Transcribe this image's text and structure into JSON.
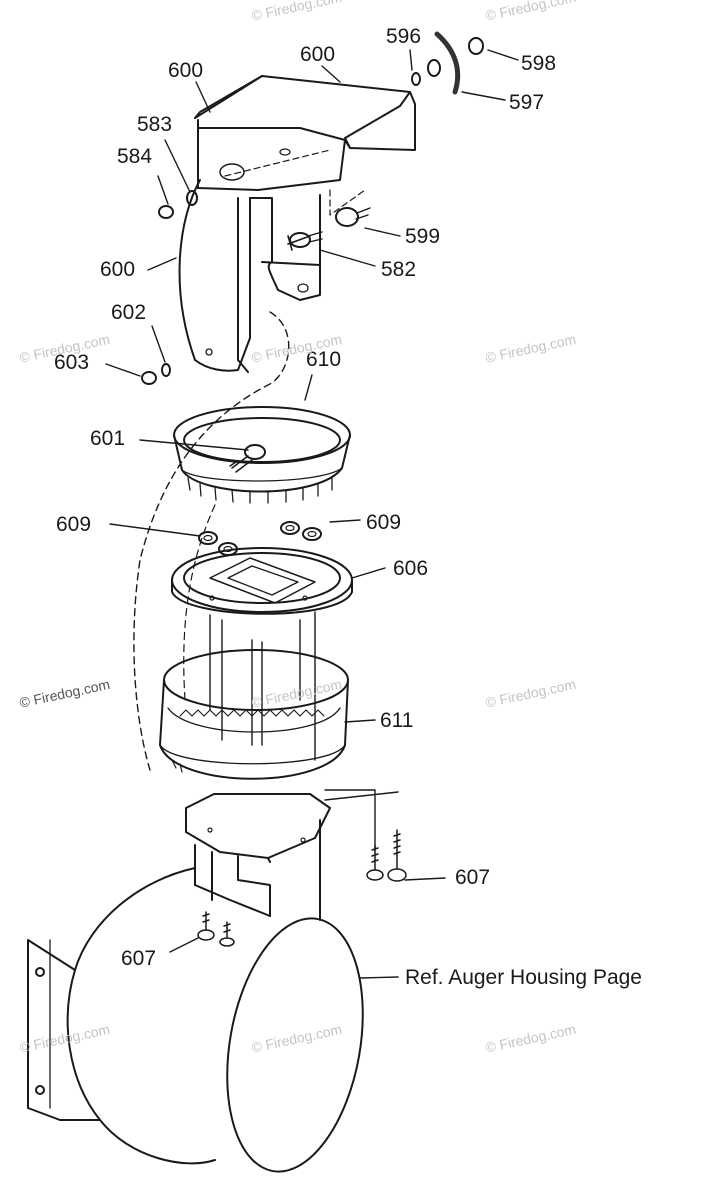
{
  "callouts": {
    "c600_a": "600",
    "c600_b": "600",
    "c596": "596",
    "c598": "598",
    "c597": "597",
    "c583": "583",
    "c584": "584",
    "c599": "599",
    "c582": "582",
    "c600_c": "600",
    "c602": "602",
    "c603": "603",
    "c610": "610",
    "c601": "601",
    "c609_a": "609",
    "c609_b": "609",
    "c606": "606",
    "c611": "611",
    "c607_a": "607",
    "c607_b": "607",
    "ref": "Ref. Auger Housing Page"
  },
  "watermark": "© Firedog.com"
}
